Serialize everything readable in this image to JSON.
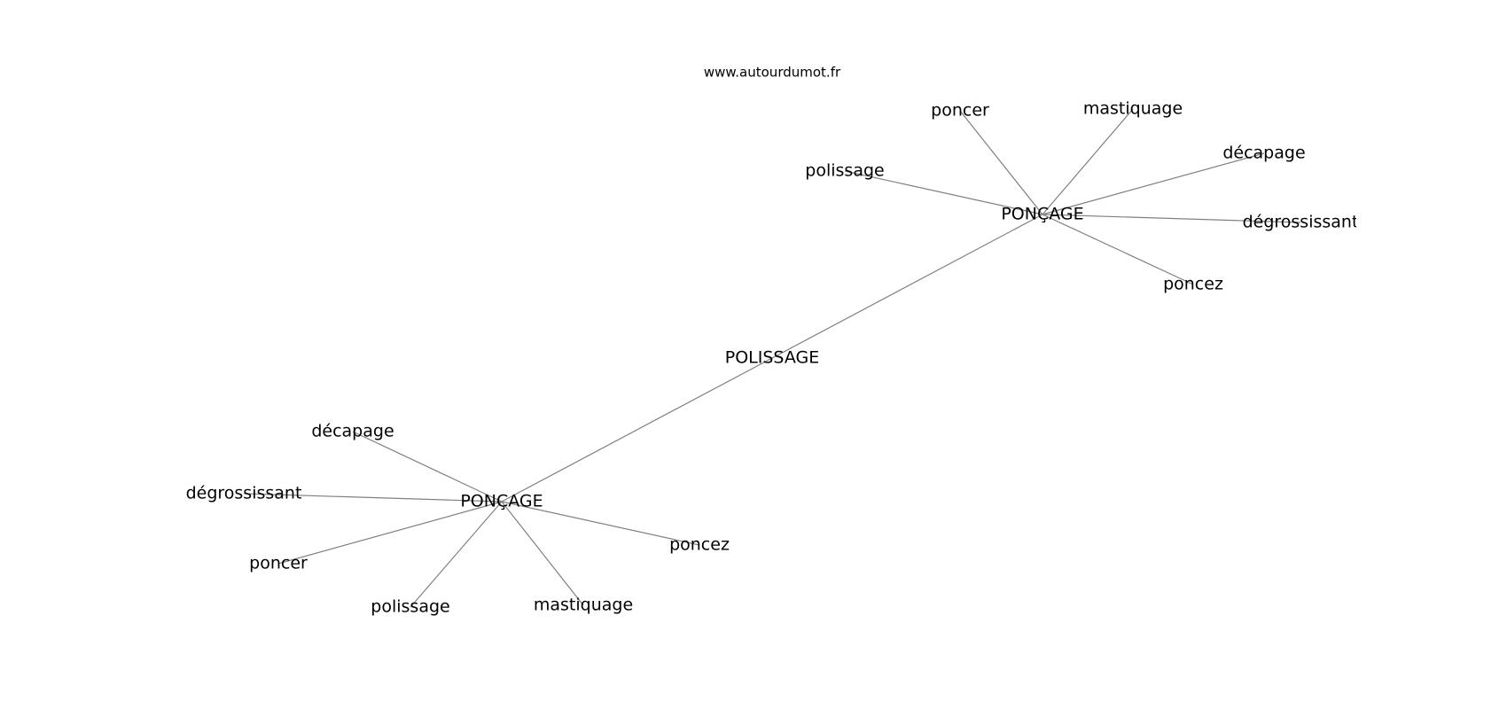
{
  "source_text": "www.autourdumot.fr",
  "graph": {
    "center": "POLISSAGE",
    "hubs": [
      {
        "label": "PONÇAGE",
        "neighbors": [
          "poncer",
          "mastiquage",
          "décapage",
          "polissage",
          "dégrossissant",
          "poncez"
        ]
      },
      {
        "label": "PONÇAGE",
        "neighbors": [
          "décapage",
          "dégrossissant",
          "poncer",
          "polissage",
          "mastiquage",
          "poncez"
        ]
      }
    ]
  }
}
